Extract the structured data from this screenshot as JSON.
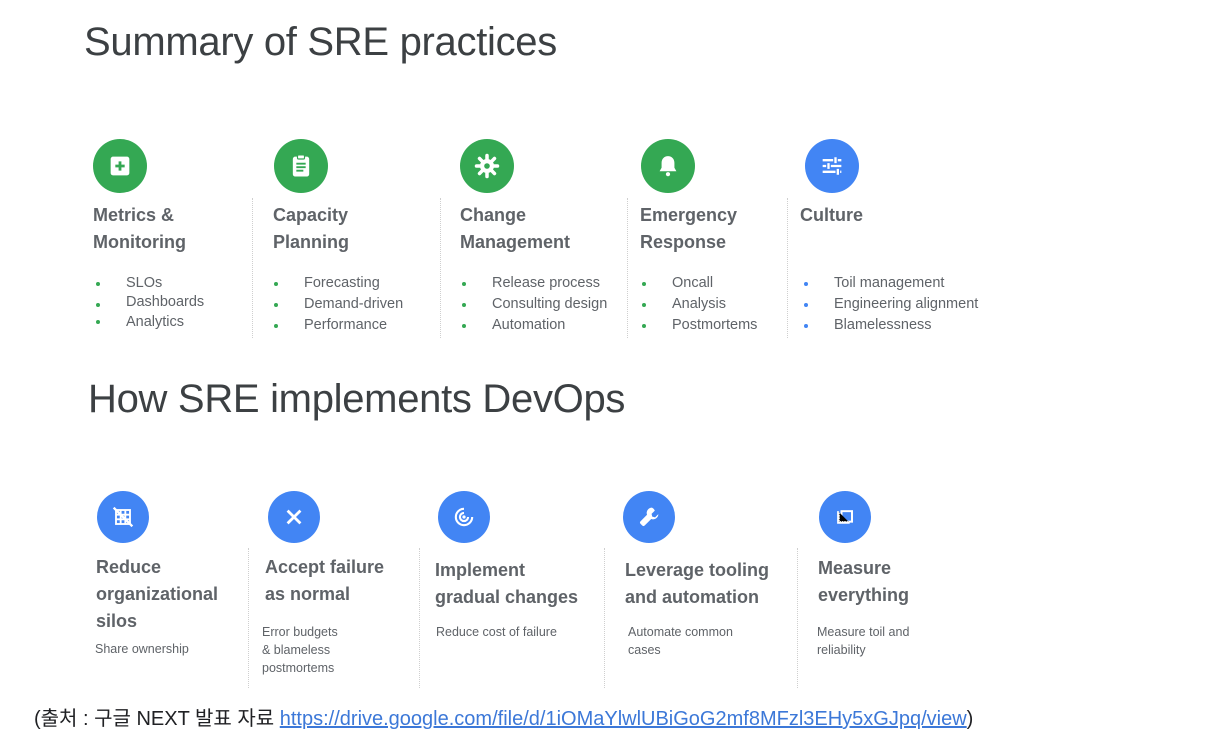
{
  "practices": {
    "title": "Summary of SRE practices",
    "items": [
      {
        "heading": "Metrics &\nMonitoring",
        "bullets": [
          "SLOs",
          "Dashboards",
          "Analytics"
        ],
        "icon": "plus-square-icon",
        "color": "#34a853"
      },
      {
        "heading": "Capacity\nPlanning",
        "bullets": [
          "Forecasting",
          "Demand-driven",
          "Performance"
        ],
        "icon": "clipboard-icon",
        "color": "#34a853"
      },
      {
        "heading": "Change\nManagement",
        "bullets": [
          "Release process",
          "Consulting design",
          "Automation"
        ],
        "icon": "gear-icon",
        "color": "#34a853"
      },
      {
        "heading": "Emergency\nResponse",
        "bullets": [
          "Oncall",
          "Analysis",
          "Postmortems"
        ],
        "icon": "bell-icon",
        "color": "#34a853"
      },
      {
        "heading": "Culture",
        "bullets": [
          "Toil management",
          "Engineering alignment",
          "Blamelessness"
        ],
        "icon": "sliders-icon",
        "color": "#4285f4"
      }
    ]
  },
  "devops": {
    "title": "How SRE implements DevOps",
    "items": [
      {
        "heading": "Reduce\norganizational\nsilos",
        "text": "Share ownership",
        "icon": "grid-slash-icon"
      },
      {
        "heading": "Accept failure\nas normal",
        "text": "Error budgets\n& blameless\npostmortems",
        "icon": "close-icon"
      },
      {
        "heading": "Implement\ngradual changes",
        "text": "Reduce cost of failure",
        "icon": "target-icon"
      },
      {
        "heading": "Leverage tooling\nand automation",
        "text": "Automate common\ncases",
        "icon": "wrench-icon"
      },
      {
        "heading": "Measure\neverything",
        "text": "Measure toil and\nreliability",
        "icon": "measure-icon"
      }
    ]
  },
  "footer": {
    "prefix": "(출처 : 구글 NEXT 발표 자료 ",
    "link": "https://drive.google.com/file/d/1iOMaYlwlUBiGoG2mf8MFzl3EHy5xGJpq/view",
    "suffix": ")"
  }
}
